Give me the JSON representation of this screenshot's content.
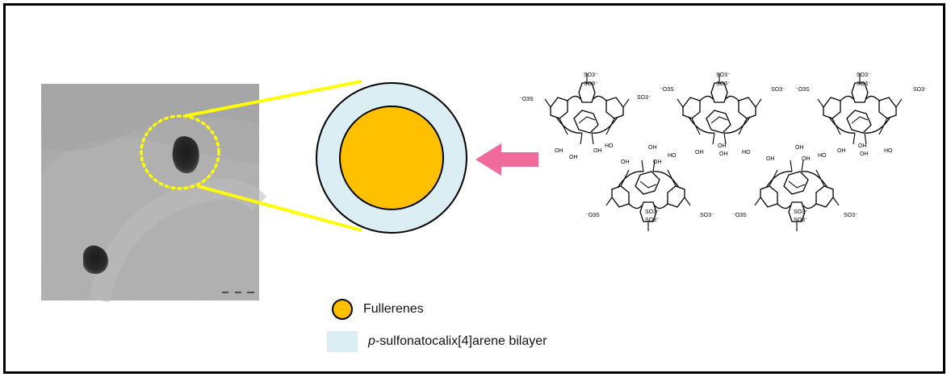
{
  "colors": {
    "core": "#ffc000",
    "shell": "#daeef3",
    "highlight": "#ffff00",
    "arrow": "#f06a9b",
    "micrograph_bg": "#a9a9a9"
  },
  "legend": {
    "fullerenes": "Fullerenes",
    "bilayer_prefix": "p",
    "bilayer_rest": "-sulfonatocalix[4]arene bilayer"
  },
  "chem_labels": {
    "so3_right": "SO3⁻",
    "so3_left": "⁻O3S",
    "so3": "SO3⁻",
    "oh": "OH",
    "ho": "HO"
  }
}
